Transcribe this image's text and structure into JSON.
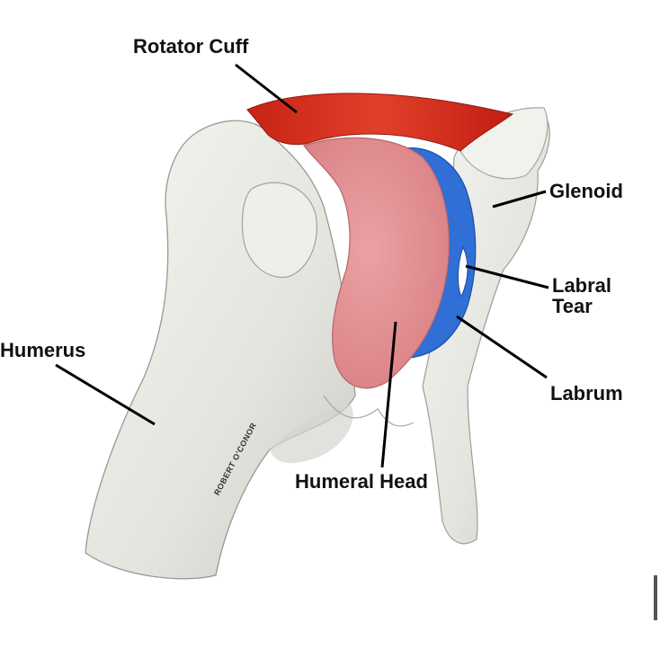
{
  "labels": {
    "rotator_cuff": "Rotator Cuff",
    "glenoid": "Glenoid",
    "labral_tear_line1": "Labral",
    "labral_tear_line2": "Tear",
    "labrum": "Labrum",
    "humerus": "Humerus",
    "humeral_head": "Humeral Head"
  },
  "signature": "ROBERT O'CONOR",
  "colors": {
    "rotator_cuff": "#d8321e",
    "humeral_head": "#e8969a",
    "labrum": "#2f6fd6",
    "bone": "#eeeeea",
    "bone_shadow": "#bdbdb8"
  }
}
